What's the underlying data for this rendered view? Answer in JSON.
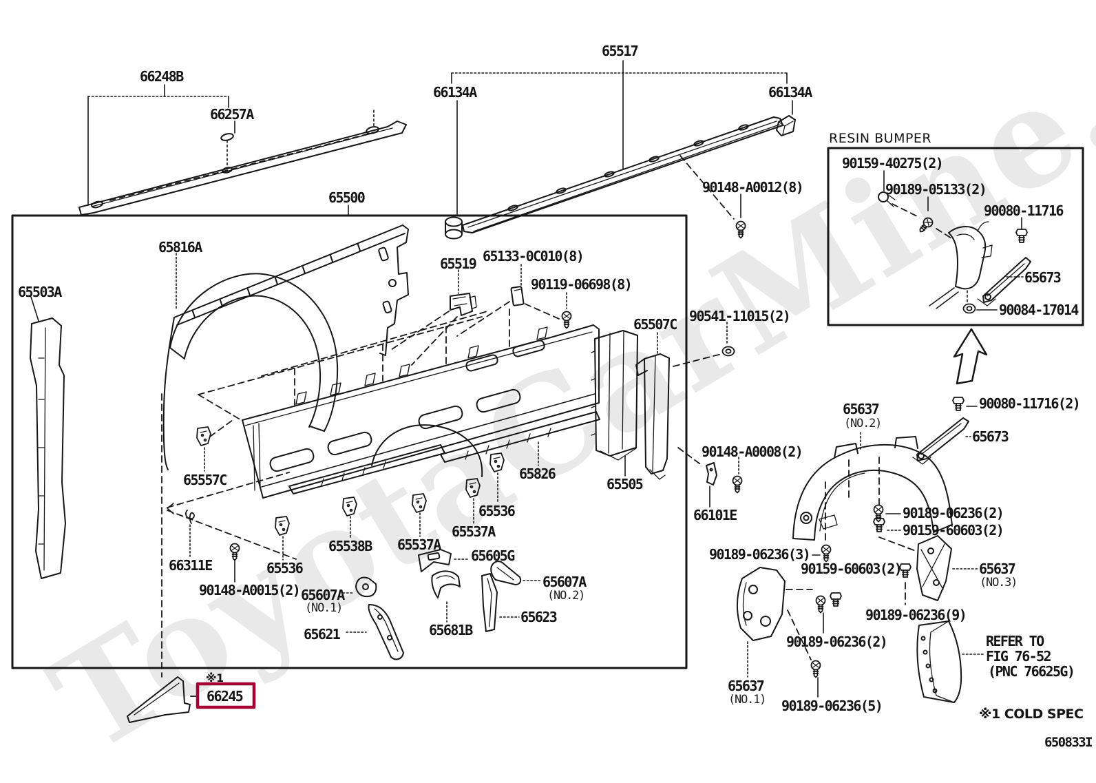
{
  "watermark": "ToyotaCarMine.ru",
  "diagram_code": "650833I",
  "highlight_color": "#a50034",
  "highlighted_part": "66245",
  "labels": {
    "t_66248B": "66248B",
    "t_66257A": "66257A",
    "t_65500": "65500",
    "t_65517": "65517",
    "t_66134A_left": "66134A",
    "t_66134A_right": "66134A",
    "t_90148_A0012": "90148-A0012(8)",
    "rb_title": "RESIN BUMPER",
    "rb_90159_40275": "90159-40275(2)",
    "rb_90189_05133": "90189-05133(2)",
    "rb_90080_11716": "90080-11716",
    "rb_65673": "65673",
    "rb_90084_17014": "90084-17014",
    "t_65816A": "65816A",
    "t_65503A": "65503A",
    "t_65519": "65519",
    "t_65133_0C010": "65133-0C010(8)",
    "t_90119_06698": "90119-06698(8)",
    "t_65507C": "65507C",
    "t_90541_11015": "90541-11015(2)",
    "t_65505": "65505",
    "t_65826": "65826",
    "t_65557C": "65557C",
    "t_66311E": "66311E",
    "t_90148_A0015": "90148-A0015(2)",
    "t_65536_left": "65536",
    "t_65538B": "65538B",
    "t_65537A_left": "65537A",
    "t_65537A_right": "65537A",
    "t_65536_right": "65536",
    "t_65605G": "65605G",
    "t_65607A_no1": "65607A",
    "t_65607A_no1_tag": "(NO.1)",
    "t_65607A_no2": "65607A",
    "t_65607A_no2_tag": "(NO.2)",
    "t_65623": "65623",
    "t_65681B": "65681B",
    "t_65621": "65621",
    "t_note1": "※1",
    "t_66245": "66245",
    "t_65637_no2": "65637",
    "t_65637_no2_tag": "(NO.2)",
    "t_90148_A0008": "90148-A0008(2)",
    "t_66101E": "66101E",
    "t_90080_11716_2": "90080-11716(2)",
    "t_65673_right": "65673",
    "t_90189_06236_2a": "90189-06236(2)",
    "t_90159_60603_a": "90159-60603(2)",
    "t_90189_06236_3": "90189-06236(3)",
    "t_90159_60603_b": "90159-60603(2)",
    "t_65637_no3": "65637",
    "t_65637_no3_tag": "(NO.3)",
    "t_90189_06236_9": "90189-06236(9)",
    "t_90189_06236_2b": "90189-06236(2)",
    "t_65637_no1": "65637",
    "t_65637_no1_tag": "(NO.1)",
    "t_90189_06236_5": "90189-06236(5)",
    "t_refer_1": "REFER TO",
    "t_refer_2": "FIG 76-52",
    "t_refer_3": "(PNC 76625G)",
    "t_cold_spec": "※1 COLD SPEC",
    "t_diagram_code": "650833I"
  }
}
